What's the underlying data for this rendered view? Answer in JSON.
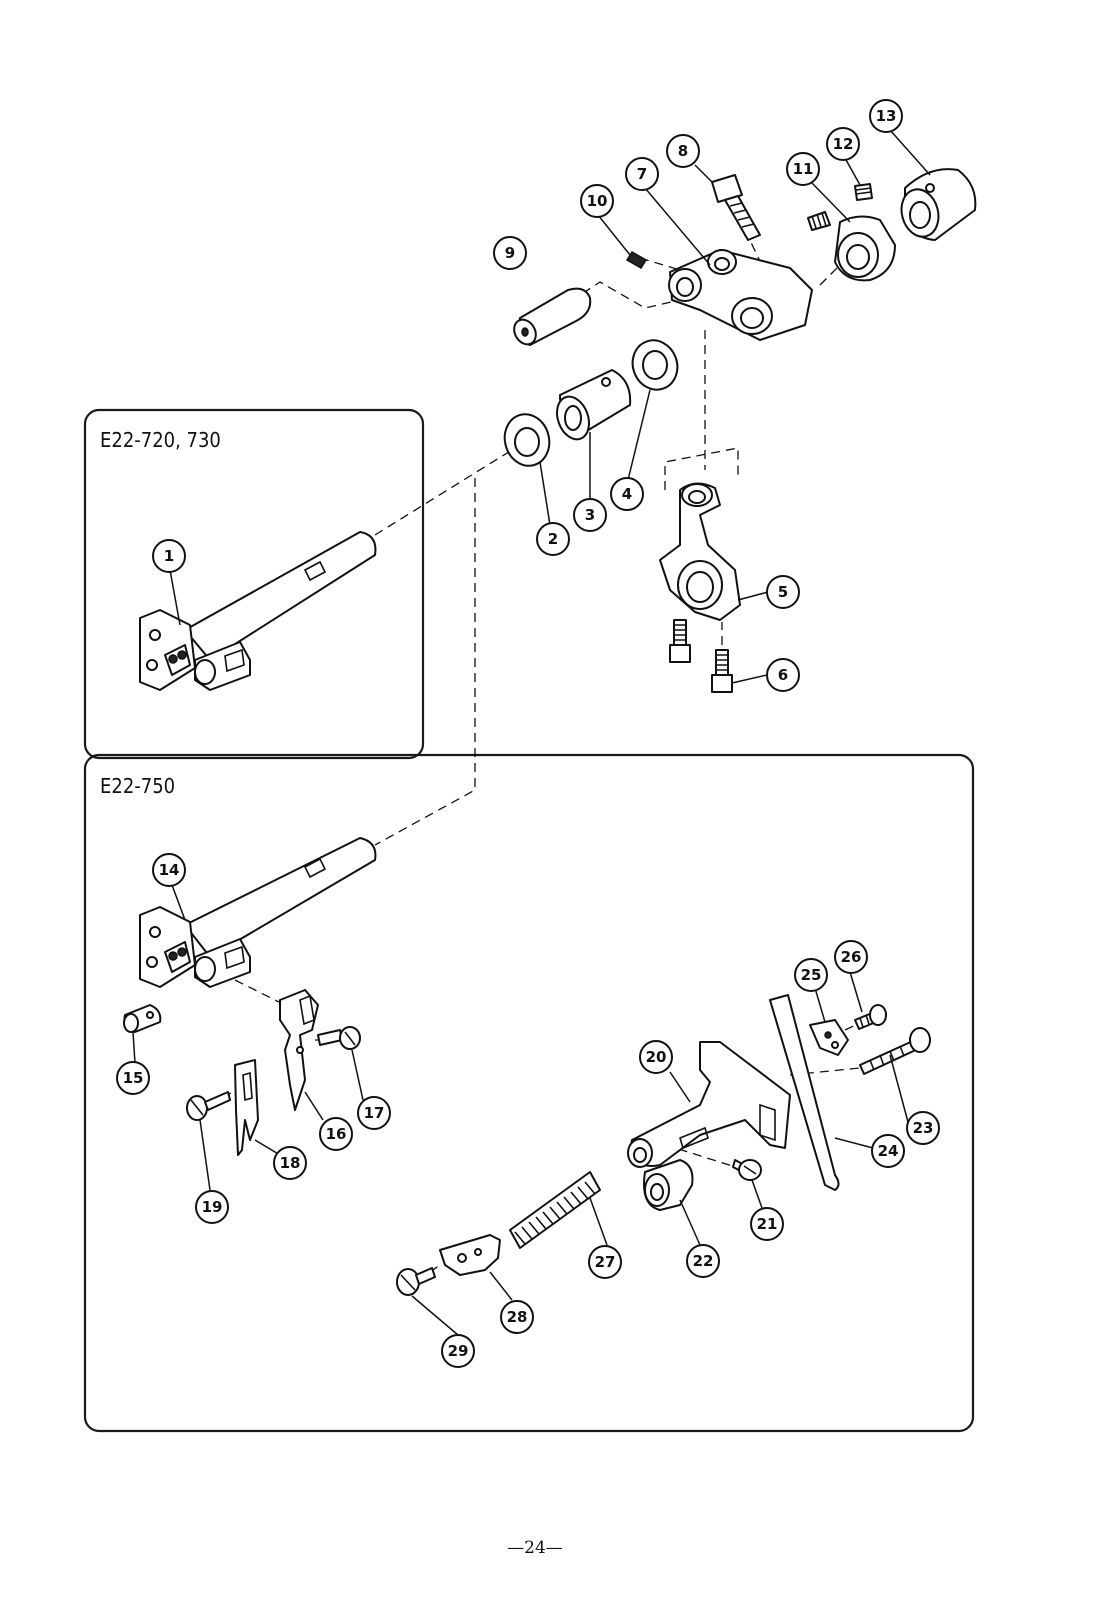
{
  "panels": {
    "upper": {
      "title": "E22-720, 730"
    },
    "lower": {
      "title": "E22-750"
    }
  },
  "callouts": [
    {
      "id": "1",
      "label": "1"
    },
    {
      "id": "2",
      "label": "2"
    },
    {
      "id": "3",
      "label": "3"
    },
    {
      "id": "4",
      "label": "4"
    },
    {
      "id": "5",
      "label": "5"
    },
    {
      "id": "6",
      "label": "6"
    },
    {
      "id": "7",
      "label": "7"
    },
    {
      "id": "8",
      "label": "8"
    },
    {
      "id": "9",
      "label": "9"
    },
    {
      "id": "10",
      "label": "10"
    },
    {
      "id": "11",
      "label": "11"
    },
    {
      "id": "12",
      "label": "12"
    },
    {
      "id": "13",
      "label": "13"
    },
    {
      "id": "14",
      "label": "14"
    },
    {
      "id": "15",
      "label": "15"
    },
    {
      "id": "16",
      "label": "16"
    },
    {
      "id": "17",
      "label": "17"
    },
    {
      "id": "18",
      "label": "18"
    },
    {
      "id": "19",
      "label": "19"
    },
    {
      "id": "20",
      "label": "20"
    },
    {
      "id": "21",
      "label": "21"
    },
    {
      "id": "22",
      "label": "22"
    },
    {
      "id": "23",
      "label": "23"
    },
    {
      "id": "24",
      "label": "24"
    },
    {
      "id": "25",
      "label": "25"
    },
    {
      "id": "26",
      "label": "26"
    },
    {
      "id": "27",
      "label": "27"
    },
    {
      "id": "28",
      "label": "28"
    },
    {
      "id": "29",
      "label": "29"
    }
  ],
  "page_number": "—24—"
}
